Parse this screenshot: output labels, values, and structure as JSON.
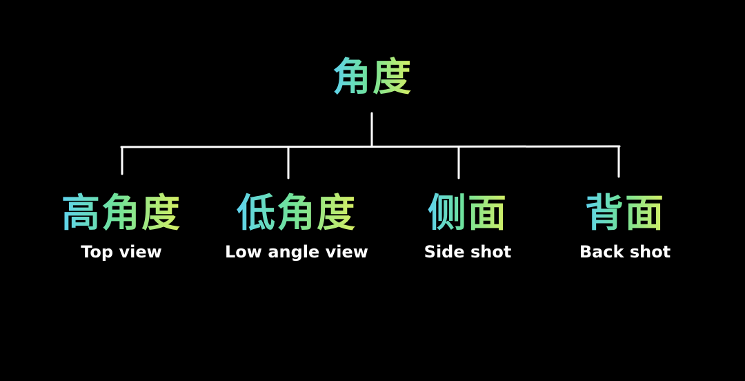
{
  "root": {
    "label": "角度"
  },
  "children": [
    {
      "label": "高角度",
      "sublabel": "Top view"
    },
    {
      "label": "低角度",
      "sublabel": "Low angle view"
    },
    {
      "label": "侧面",
      "sublabel": "Side shot"
    },
    {
      "label": "背面",
      "sublabel": "Back shot"
    }
  ],
  "colors": {
    "background": "#000000",
    "line": "#ffffff",
    "gradient": [
      "#5fd3ee",
      "#6fe29a",
      "#d8ef63"
    ],
    "sublabel": "#ffffff"
  }
}
